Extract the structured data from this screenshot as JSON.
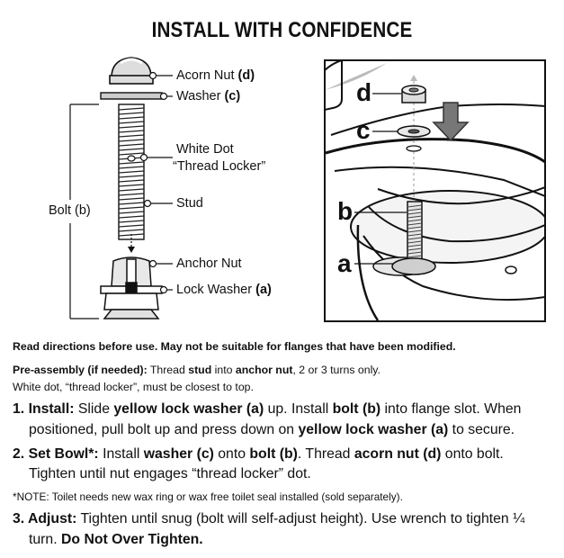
{
  "title": "INSTALL WITH CONFIDENCE",
  "parts": {
    "acorn_nut": "Acorn Nut",
    "acorn_nut_code": "(d)",
    "washer": "Washer",
    "washer_code": "(c)",
    "white_dot": "White Dot",
    "thread_locker": "“Thread Locker”",
    "stud": "Stud",
    "bolt": "Bolt (b)",
    "anchor_nut": "Anchor Nut",
    "lock_washer": "Lock Washer",
    "lock_washer_code": "(a)"
  },
  "photo_letters": {
    "d": "d",
    "c": "c",
    "b": "b",
    "a": "a"
  },
  "notice": "Read directions before use. May not be suitable for flanges that have  been modified.",
  "preassembly": {
    "label": "Pre-assembly (if needed):",
    "t1": " Thread ",
    "stud": "stud",
    "t2": " into ",
    "anchor_nut": "anchor nut",
    "t3": ", 2 or 3 turns only.",
    "line2": "White dot, “thread locker”, must be closest to top."
  },
  "steps": {
    "install": {
      "label": "1. Install:",
      "t1": " Slide ",
      "k1": "yellow lock washer (a)",
      "t2": " up. Install ",
      "k2": "bolt (b)",
      "t3": " into flange slot. When",
      "l2a": "positioned, pull bolt up and press down on ",
      "k3": "yellow lock washer (a)",
      "l2b": " to secure."
    },
    "set_bowl": {
      "label": "2. Set Bowl*:",
      "t1": " Install ",
      "k1": "washer (c)",
      "t2": " onto ",
      "k2": "bolt (b)",
      "t3": ". Thread ",
      "k3": "acorn nut (d)",
      "t4": " onto bolt.",
      "line2": "Tighten until nut engages “thread locker” dot."
    },
    "note": "*NOTE: Toilet needs new wax ring or wax free toilet seal installed (sold separately).",
    "adjust": {
      "label": "3. Adjust:",
      "t1": " Tighten until snug (bolt will self-adjust height). Use wrench to tighten ¼",
      "l2a": "turn. ",
      "k1": "Do Not Over Tighten."
    }
  }
}
